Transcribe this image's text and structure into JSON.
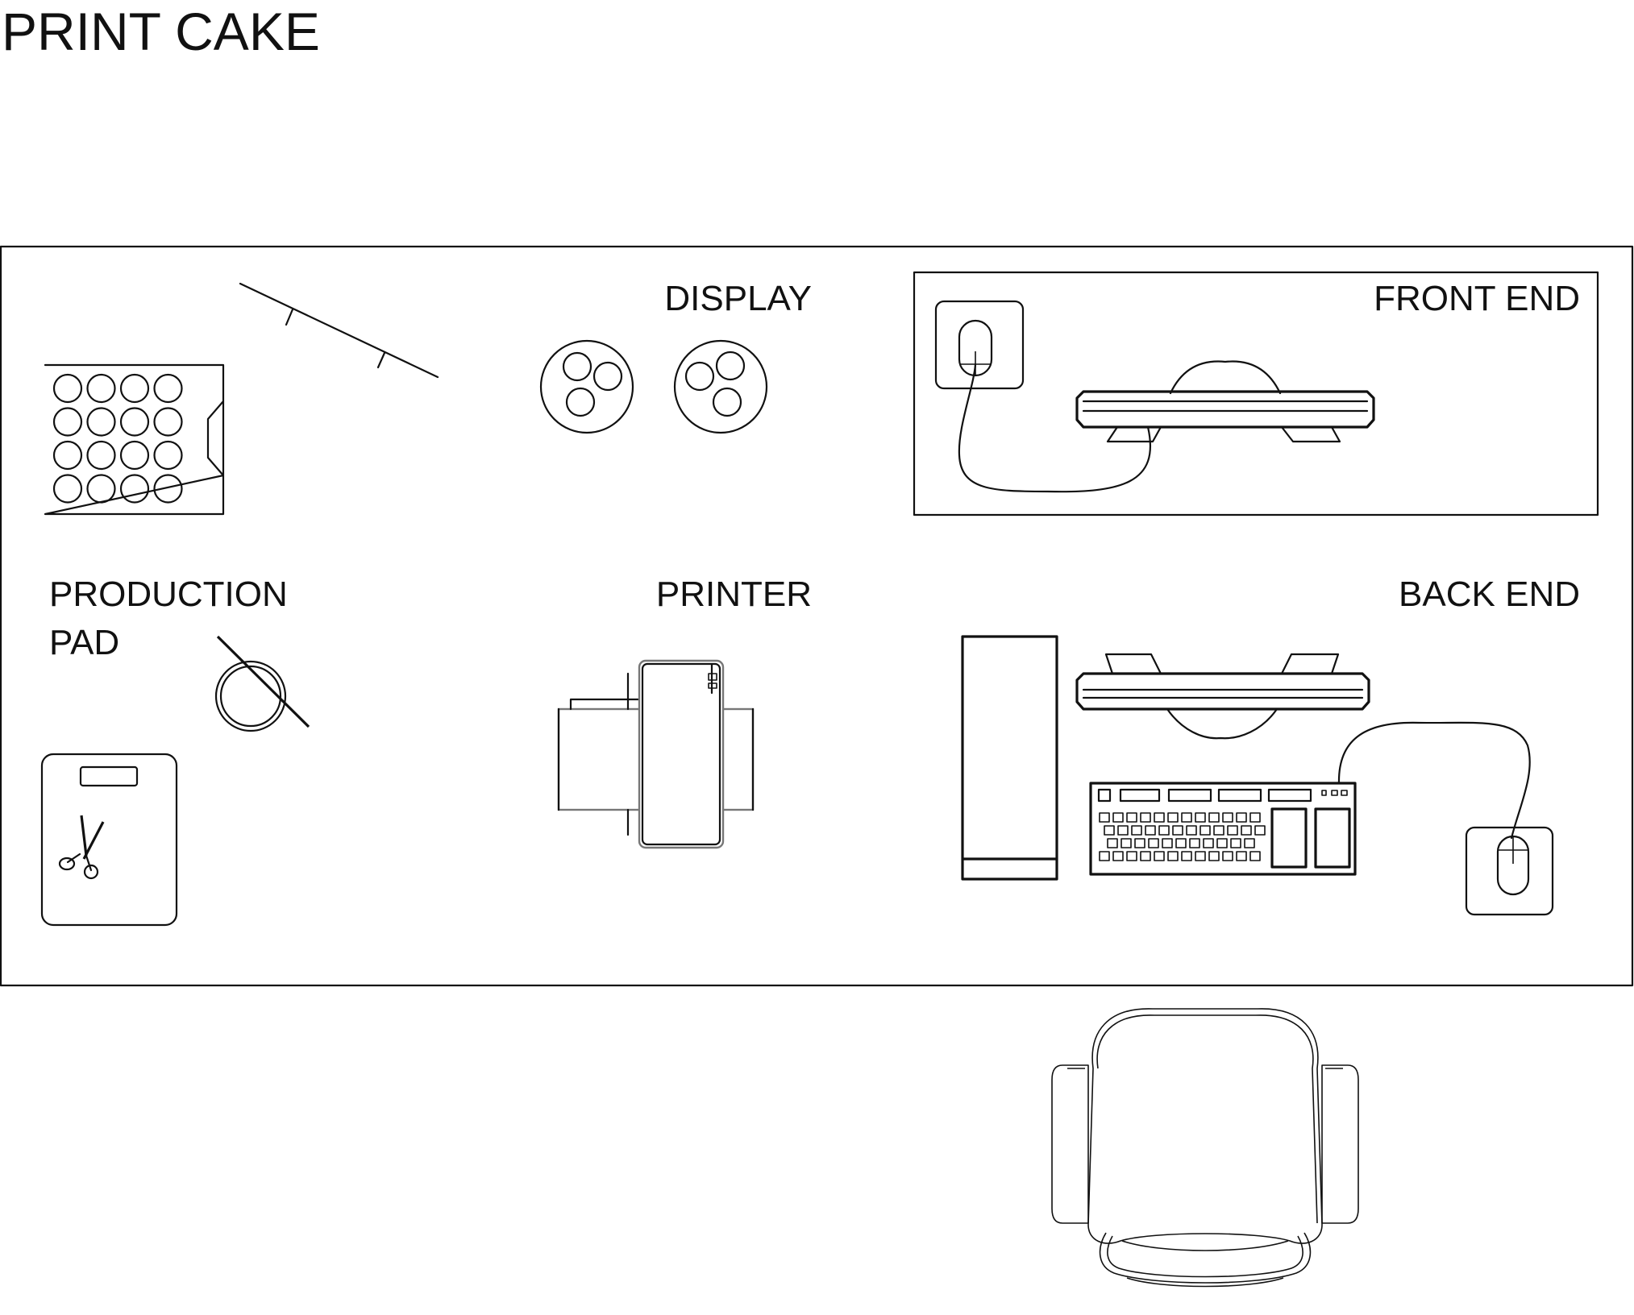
{
  "title": "PRINT CAKE",
  "labels": {
    "display": "DISPLAY",
    "front_end": "FRONT END",
    "production_line1": "PRODUCTION",
    "production_line2": "PAD",
    "printer": "PRINTER",
    "back_end": "BACK END"
  },
  "colors": {
    "stroke": "#111111",
    "background": "#ffffff"
  },
  "icons": [
    "cupcake-tray-icon",
    "spatula-icon",
    "cupcake-plate-icon",
    "mouse-icon",
    "monitor-icon",
    "whisk-icon",
    "cutting-board-icon",
    "scissors-icon",
    "printer-icon",
    "computer-tower-icon",
    "keyboard-icon",
    "office-chair-icon"
  ]
}
